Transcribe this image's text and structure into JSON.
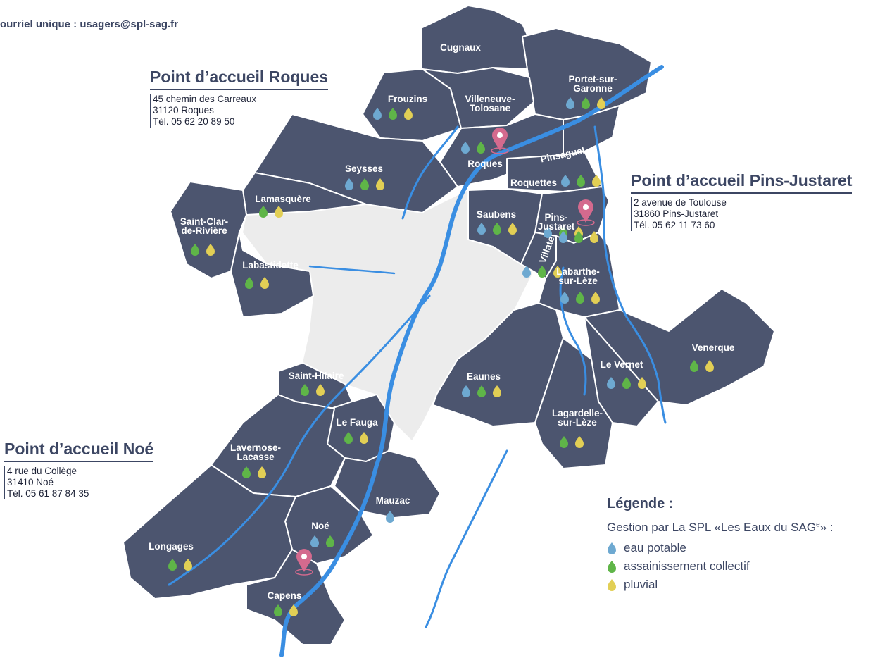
{
  "contact": {
    "email_line": "ourriel unique : usagers@spl-sag.fr"
  },
  "offices": {
    "roques": {
      "title": "Point d’accueil Roques",
      "address": "45 chemin des Carreaux",
      "city": "31120 Roques",
      "phone": "Tél. 05 62 20 89 50"
    },
    "pins": {
      "title": "Point d’accueil Pins-Justaret",
      "address": "2 avenue de Toulouse",
      "city": "31860 Pins-Justaret",
      "phone": "Tél. 05 62 11 73 60"
    },
    "noe": {
      "title": "Point d’accueil Noé",
      "address": "4 rue du Collège",
      "city": "31410 Noé",
      "phone": "Tél. 05 61 87 84 35"
    }
  },
  "legend": {
    "title": "Légende :",
    "subtitle_pre": "Gestion par La SPL «Les Eaux du SAG",
    "subtitle_sup": "e",
    "subtitle_post": "» :",
    "items": [
      {
        "key": "eau",
        "label": "eau potable",
        "color": "#6ea9d1"
      },
      {
        "key": "assain",
        "label": "assainissement collectif",
        "color": "#5fb548"
      },
      {
        "key": "pluvial",
        "label": "pluvial",
        "color": "#e2cf55"
      }
    ]
  },
  "colors": {
    "commune": "#4c556f",
    "outside": "#ececec",
    "river": "#3a8ee2",
    "marker": "#d46a8e"
  },
  "communes": [
    {
      "name": "Cugnaux",
      "label": [
        "Cugnaux"
      ],
      "drops": []
    },
    {
      "name": "Portet-sur-Garonne",
      "label": [
        "Portet-sur-",
        "Garonne"
      ],
      "drops": [
        "eau",
        "assain",
        "pluvial"
      ]
    },
    {
      "name": "Frouzins",
      "label": [
        "Frouzins"
      ],
      "drops": [
        "eau",
        "assain",
        "pluvial"
      ]
    },
    {
      "name": "Villeneuve-Tolosane",
      "label": [
        "Villeneuve-",
        "Tolosane"
      ],
      "drops": []
    },
    {
      "name": "Roques",
      "label": [
        "Roques"
      ],
      "drops": [
        "eau",
        "assain"
      ]
    },
    {
      "name": "Seysses",
      "label": [
        "Seysses"
      ],
      "drops": [
        "eau",
        "assain",
        "pluvial"
      ]
    },
    {
      "name": "Lamasquère",
      "label": [
        "Lamasquère"
      ],
      "drops": [
        "assain",
        "pluvial"
      ]
    },
    {
      "name": "Saint-Clar-de-Rivière",
      "label": [
        "Saint-Clar-",
        "de-Rivière"
      ],
      "drops": [
        "assain",
        "pluvial"
      ]
    },
    {
      "name": "Labastidette",
      "label": [
        "Labastidette"
      ],
      "drops": [
        "assain",
        "pluvial"
      ]
    },
    {
      "name": "Roquettes",
      "label": [
        "Roquettes"
      ],
      "drops": [
        "eau",
        "assain",
        "pluvial"
      ]
    },
    {
      "name": "Pinsaguel",
      "label": [
        "Pinsaguel"
      ],
      "drops": [
        "eau",
        "assain",
        "pluvial"
      ]
    },
    {
      "name": "Saubens",
      "label": [
        "Saubens"
      ],
      "drops": [
        "eau",
        "assain",
        "pluvial"
      ]
    },
    {
      "name": "Pins-Justaret",
      "label": [
        "Pins-",
        "Justaret"
      ],
      "drops": [
        "eau",
        "assain",
        "pluvial"
      ]
    },
    {
      "name": "Villate",
      "label": [
        "Villate"
      ],
      "drops": [
        "eau",
        "assain",
        "pluvial"
      ]
    },
    {
      "name": "Labarthe-sur-Lèze",
      "label": [
        "Labarthe-",
        "sur-Lèze"
      ],
      "drops": [
        "eau",
        "assain",
        "pluvial"
      ]
    },
    {
      "name": "Venerque",
      "label": [
        "Venerque"
      ],
      "drops": [
        "assain",
        "pluvial"
      ]
    },
    {
      "name": "Le Vernet",
      "label": [
        "Le Vernet"
      ],
      "drops": [
        "eau",
        "assain",
        "pluvial"
      ]
    },
    {
      "name": "Eaunes",
      "label": [
        "Eaunes"
      ],
      "drops": [
        "eau",
        "assain",
        "pluvial"
      ]
    },
    {
      "name": "Lagardelle-sur-Lèze",
      "label": [
        "Lagardelle-",
        "sur-Lèze"
      ],
      "drops": [
        "assain",
        "pluvial"
      ]
    },
    {
      "name": "Saint-Hilaire",
      "label": [
        "Saint-Hilaire"
      ],
      "drops": [
        "assain",
        "pluvial"
      ]
    },
    {
      "name": "Le Fauga",
      "label": [
        "Le Fauga"
      ],
      "drops": [
        "assain",
        "pluvial"
      ]
    },
    {
      "name": "Lavernose-Lacasse",
      "label": [
        "Lavernose-",
        "Lacasse"
      ],
      "drops": [
        "assain",
        "pluvial"
      ]
    },
    {
      "name": "Mauzac",
      "label": [
        "Mauzac"
      ],
      "drops": [
        "eau"
      ]
    },
    {
      "name": "Noé",
      "label": [
        "Noé"
      ],
      "drops": [
        "eau",
        "assain"
      ]
    },
    {
      "name": "Longages",
      "label": [
        "Longages"
      ],
      "drops": [
        "assain",
        "pluvial"
      ]
    },
    {
      "name": "Capens",
      "label": [
        "Capens"
      ],
      "drops": [
        "assain",
        "pluvial"
      ]
    }
  ]
}
